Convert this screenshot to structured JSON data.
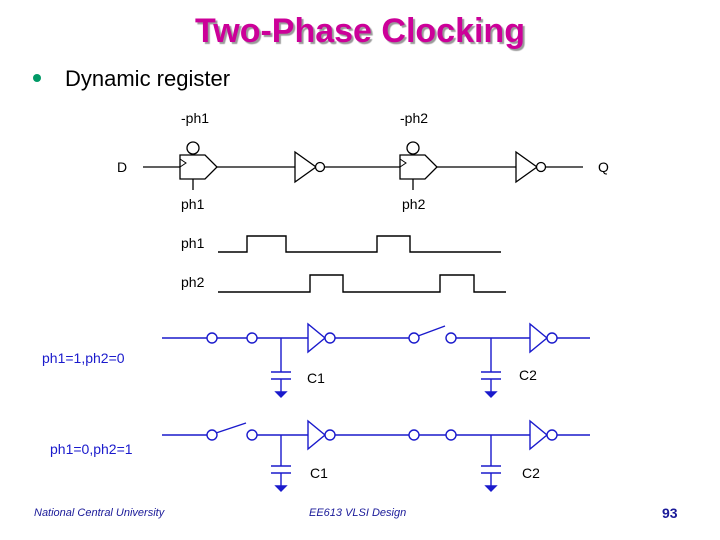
{
  "title": "Two-Phase Clocking",
  "bullet": "Dynamic register",
  "register": {
    "input_label": "D",
    "output_label": "Q",
    "latch1_top": "-ph1",
    "latch1_bottom": "ph1",
    "latch2_top": "-ph2",
    "latch2_bottom": "ph2"
  },
  "waveforms": {
    "ph1_label": "ph1",
    "ph2_label": "ph2"
  },
  "case1": {
    "label": "ph1=1,ph2=0",
    "cap1": "C1",
    "cap2": "C2"
  },
  "case2": {
    "label": "ph1=0,ph2=1",
    "cap1": "C1",
    "cap2": "C2"
  },
  "footer": {
    "left": "National Central University",
    "center": "EE613 VLSI Design",
    "page": "93"
  },
  "colors": {
    "title": "#cc0099",
    "bullet": "#009966",
    "circuit": "#1a1acc",
    "footer": "#1a1a99"
  }
}
